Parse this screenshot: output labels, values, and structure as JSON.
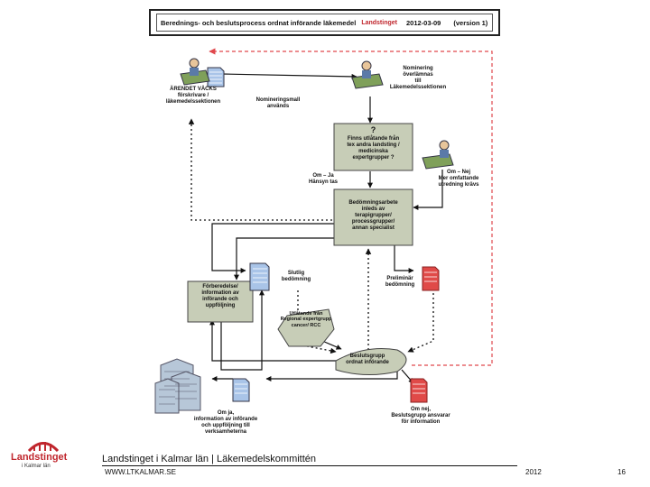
{
  "header": {
    "title": "Berednings- och beslutsprocess ordnat införande läkemedel",
    "logo_text": "Landstinget",
    "date": "2012-03-09",
    "version": "(version 1)"
  },
  "nodes": {
    "arendet": "ÄRENDET VÄCKS\nförskrivare /\nläkemedelssektionen",
    "nomineringsmall": "Nomineringsmall\nanvänds",
    "nominering": "Nominering\növerlämnas\ntill\nLäkemedelssektionen",
    "question_mark": "?",
    "question": "Finns utlåtande från\ntex andra landsting /\nmedicinska\nexpertgrupper ?",
    "om_ja": "Om – Ja\nHänsyn tas",
    "om_nej": "Om – Nej\nMer omfattande\nutredning krävs",
    "bedomningsarbete": "Bedömningsarbete\ninleds av\nterapigrupper/\nprocessgrupper/\nannan specialist",
    "slutlig": "Slutlig\nbedömning",
    "preliminar": "Preliminär\nbedömning",
    "forberedelse": "Förberedelse/\ninformation av\ninförande och\nuppföljning",
    "utlatande": "Utlåtande från\nRegional expertgrupp\ncancer/ RCC",
    "beslutsgrupp": "Beslutsgrupp\nordnat införande",
    "om_ja_info": "Om ja,\ninformation av införande\noch uppföljning till\nverksamheterna",
    "om_nej_info": "Om nej,\nBeslutsgrupp ansvarar\nför information"
  },
  "colors": {
    "box_fill": "#c7cdb7",
    "dash_red": "#e0474c",
    "doc_blue": "#a9c4e8",
    "doc_red": "#e04a48",
    "brand": "#c0262d"
  },
  "footer": {
    "logo_word": "Landstinget",
    "logo_sub": "i Kalmar län",
    "org": "Landstinget i Kalmar län  |  Läkemedelskommittén",
    "url": "WWW.LTKALMAR.SE",
    "year": "2012",
    "page": "16"
  }
}
